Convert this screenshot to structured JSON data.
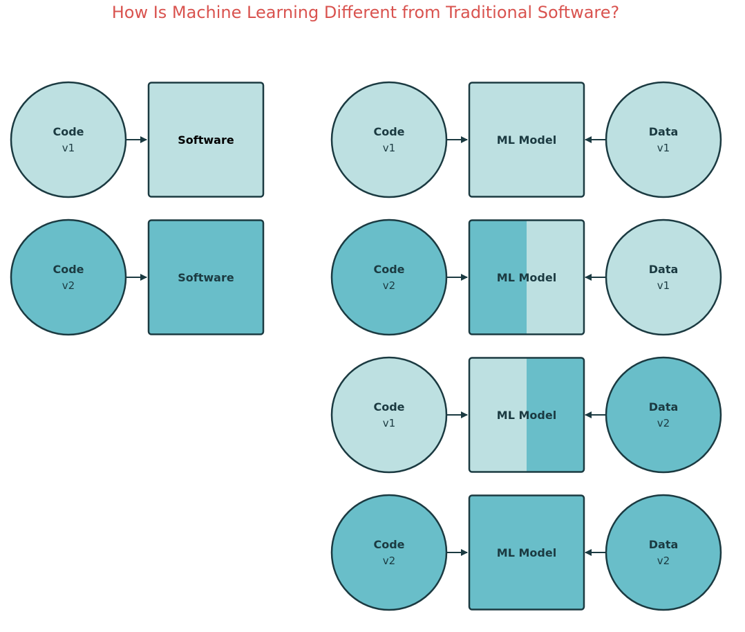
{
  "title": "How Is Machine Learning Different from Traditional Software?",
  "colors": {
    "v1_fill": "#bde0e1",
    "v2_fill": "#69bec9",
    "stroke": "#1b3a41",
    "title": "#d9534f",
    "text": "#1b3a41",
    "software_text_dark": "#000000"
  },
  "traditional": [
    {
      "code": {
        "name": "Code",
        "version": "v1",
        "variant": "v1"
      },
      "box": {
        "label": "Software",
        "fill": [
          "v1"
        ]
      }
    },
    {
      "code": {
        "name": "Code",
        "version": "v2",
        "variant": "v2"
      },
      "box": {
        "label": "Software",
        "fill": [
          "v2"
        ]
      }
    }
  ],
  "ml": [
    {
      "code": {
        "name": "Code",
        "version": "v1",
        "variant": "v1"
      },
      "box": {
        "label": "ML Model",
        "fill": [
          "v1"
        ]
      },
      "data": {
        "name": "Data",
        "version": "v1",
        "variant": "v1"
      }
    },
    {
      "code": {
        "name": "Code",
        "version": "v2",
        "variant": "v2"
      },
      "box": {
        "label": "ML Model",
        "fill": [
          "v2",
          "v1"
        ]
      },
      "data": {
        "name": "Data",
        "version": "v1",
        "variant": "v1"
      }
    },
    {
      "code": {
        "name": "Code",
        "version": "v1",
        "variant": "v1"
      },
      "box": {
        "label": "ML Model",
        "fill": [
          "v1",
          "v2"
        ]
      },
      "data": {
        "name": "Data",
        "version": "v2",
        "variant": "v2"
      }
    },
    {
      "code": {
        "name": "Code",
        "version": "v2",
        "variant": "v2"
      },
      "box": {
        "label": "ML Model",
        "fill": [
          "v2"
        ]
      },
      "data": {
        "name": "Data",
        "version": "v2",
        "variant": "v2"
      }
    }
  ]
}
